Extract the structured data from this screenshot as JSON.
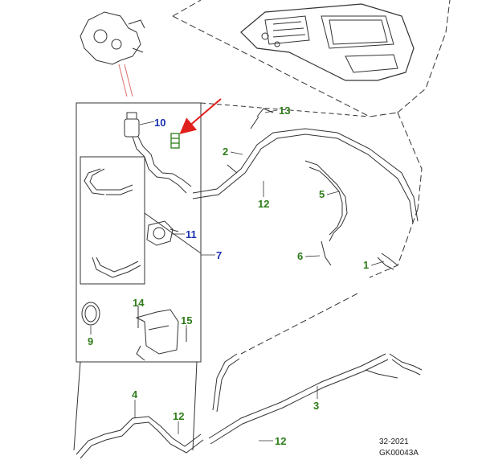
{
  "callouts": [
    {
      "id": "callout-1",
      "label": "1",
      "color": "green"
    },
    {
      "id": "callout-2",
      "label": "2",
      "color": "green"
    },
    {
      "id": "callout-3",
      "label": "3",
      "color": "green"
    },
    {
      "id": "callout-4",
      "label": "4",
      "color": "green"
    },
    {
      "id": "callout-5",
      "label": "5",
      "color": "green"
    },
    {
      "id": "callout-6",
      "label": "6",
      "color": "green"
    },
    {
      "id": "callout-7",
      "label": "7",
      "color": "blue"
    },
    {
      "id": "callout-9",
      "label": "9",
      "color": "green"
    },
    {
      "id": "callout-10",
      "label": "10",
      "color": "blue"
    },
    {
      "id": "callout-11",
      "label": "11",
      "color": "blue"
    },
    {
      "id": "callout-12a",
      "label": "12",
      "color": "green"
    },
    {
      "id": "callout-12b",
      "label": "12",
      "color": "green"
    },
    {
      "id": "callout-12c",
      "label": "12",
      "color": "green"
    },
    {
      "id": "callout-13",
      "label": "13",
      "color": "green"
    },
    {
      "id": "callout-14",
      "label": "14",
      "color": "green"
    },
    {
      "id": "callout-15",
      "label": "15",
      "color": "green"
    }
  ],
  "footer": {
    "date": "32-2021",
    "code": "GK00043A"
  },
  "colors": {
    "green": "#2e7d1a",
    "blue": "#1a2fb0",
    "arrow": "#e0201c",
    "line": "#222222"
  }
}
